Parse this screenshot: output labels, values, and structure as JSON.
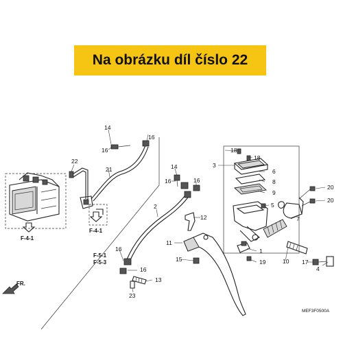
{
  "banner": {
    "text": "Na obrázku díl číslo 22",
    "color": "#f6c514"
  },
  "labels": {
    "l1": "1",
    "l2": "2",
    "l3": "3",
    "l4": "4",
    "l5": "5",
    "l6": "6",
    "l7": "7",
    "l8": "8",
    "l9": "9",
    "l10": "10",
    "l11": "11",
    "l12": "12",
    "l13": "13",
    "l14a": "14",
    "l14b": "14",
    "l15": "15",
    "l16a": "16",
    "l16b": "16",
    "l16c": "16",
    "l16d": "16",
    "l16e": "16",
    "l17": "17",
    "l18a": "18",
    "l18b": "18",
    "l19": "19",
    "l20a": "20",
    "l20b": "20",
    "l21": "21",
    "l22": "22",
    "l23": "23"
  },
  "refs": {
    "f41a": "F-4-1",
    "f41b": "F-4-1",
    "f51": "F-5-1",
    "f53": "F-5-3",
    "fr": "FR."
  },
  "diagram_code": "MEF3F0500A"
}
